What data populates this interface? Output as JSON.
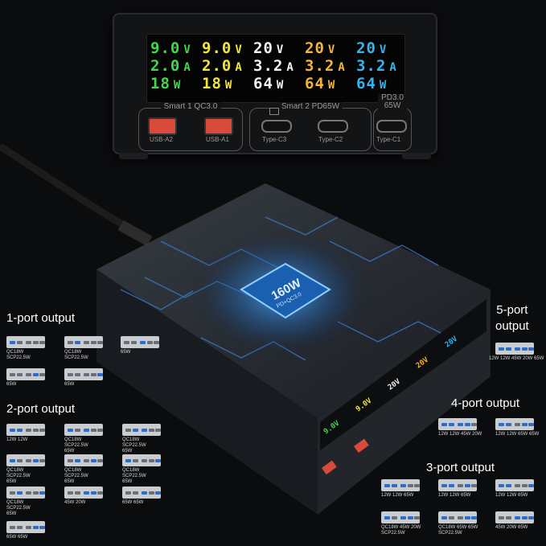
{
  "display": {
    "columns": [
      {
        "v": "9.0",
        "a": "2.0",
        "w": "18",
        "color": "#41d94b"
      },
      {
        "v": "9.0",
        "a": "2.0",
        "w": "18",
        "color": "#f2e53a"
      },
      {
        "v": "20",
        "a": "3.2",
        "w": "64",
        "color": "#f4f4f4"
      },
      {
        "v": "20",
        "a": "3.2",
        "w": "64",
        "color": "#f2b43a"
      },
      {
        "v": "20",
        "a": "3.2",
        "w": "64",
        "color": "#35b4f0"
      }
    ],
    "units": {
      "v": "V",
      "a": "A",
      "w": "W"
    }
  },
  "port_groups": {
    "group1": "Smart 1  QC3.0",
    "group2": "Smart 2  PD65W",
    "group3_line1": "PD3.0",
    "group3_line2": "65W"
  },
  "ports": [
    "USB-A2",
    "USB-A1",
    "Type-C3",
    "Type-C2",
    "Type-C1"
  ],
  "chip_text": {
    "main": "160W",
    "sub": "PD+QC3.0"
  },
  "sections": {
    "one_port": "1-port output",
    "two_port": "2-port output",
    "three_port": "3-port output",
    "four_port": "4-port output",
    "five_port_line1": "5-port",
    "five_port_line2": "output"
  },
  "captions": {
    "one": [
      [
        "QC18W",
        "SCP22.5W"
      ],
      [
        "QC18W",
        "SCP22.5W"
      ],
      [
        "65W"
      ],
      [
        "65W"
      ],
      [
        "65W"
      ]
    ],
    "two": [
      [
        "12W  12W"
      ],
      [
        "QC18W",
        "SCP22.5W",
        "65W"
      ],
      [
        "QC18W",
        "SCP22.5W",
        "65W"
      ],
      [
        "QC18W",
        "SCP22.5W",
        "65W"
      ],
      [
        "QC18W",
        "SCP22.5W",
        "65W"
      ],
      [
        "QC18W",
        "SCP22.5W",
        "65W"
      ],
      [
        "QC18W",
        "SCP22.5W",
        "65W"
      ],
      [
        "45W 20W"
      ],
      [
        "65W  65W"
      ],
      [
        "65W  65W"
      ]
    ],
    "three": [
      [
        "12W  12W  65W"
      ],
      [
        "12W  12W  65W"
      ],
      [
        "12W  12W  65W"
      ],
      [
        "QC18W  45W  20W",
        "SCP22.5W"
      ],
      [
        "QC18W  65W  65W",
        "SCP22.5W"
      ],
      [
        "45W  20W  65W"
      ]
    ],
    "four": [
      "12W 12W 45W 20W",
      "12W 12W 65W 65W"
    ],
    "five": "12W 12W 45W 20W 65W"
  },
  "colors": {
    "accent_blue": "#2e8fe6",
    "bg": "#0b0c0e",
    "usb_a": "#d94a3a"
  }
}
